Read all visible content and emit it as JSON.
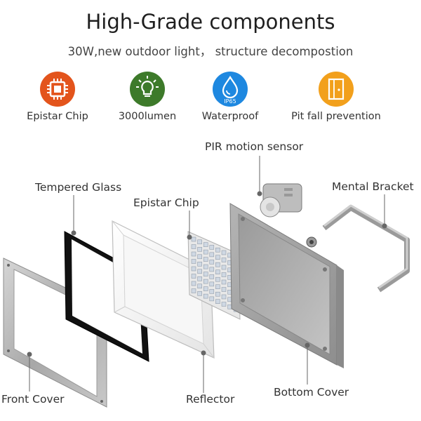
{
  "header": {
    "title": "High-Grade components",
    "subtitle": "30W,new outdoor light， structure decompostion"
  },
  "features": [
    {
      "label": "Epistar Chip",
      "icon": "chip-icon",
      "color": "#e3541c"
    },
    {
      "label": "3000lumen",
      "icon": "lightbulb-icon",
      "color": "#3d7a2a"
    },
    {
      "label": "Waterproof",
      "icon": "water-drop-icon",
      "color": "#1e88e0",
      "badge_text": "IP65"
    },
    {
      "label": "Pit fall prevention",
      "icon": "door-icon",
      "color": "#f2a01c"
    }
  ],
  "parts": {
    "pir_sensor": "PIR motion sensor",
    "tempered_glass": "Tempered Glass",
    "epistar_chip": "Epistar Chip",
    "mental_bracket": "Mental Bracket",
    "front_cover": "Front Cover",
    "reflector": "Reflector",
    "bottom_cover": "Bottom Cover"
  }
}
